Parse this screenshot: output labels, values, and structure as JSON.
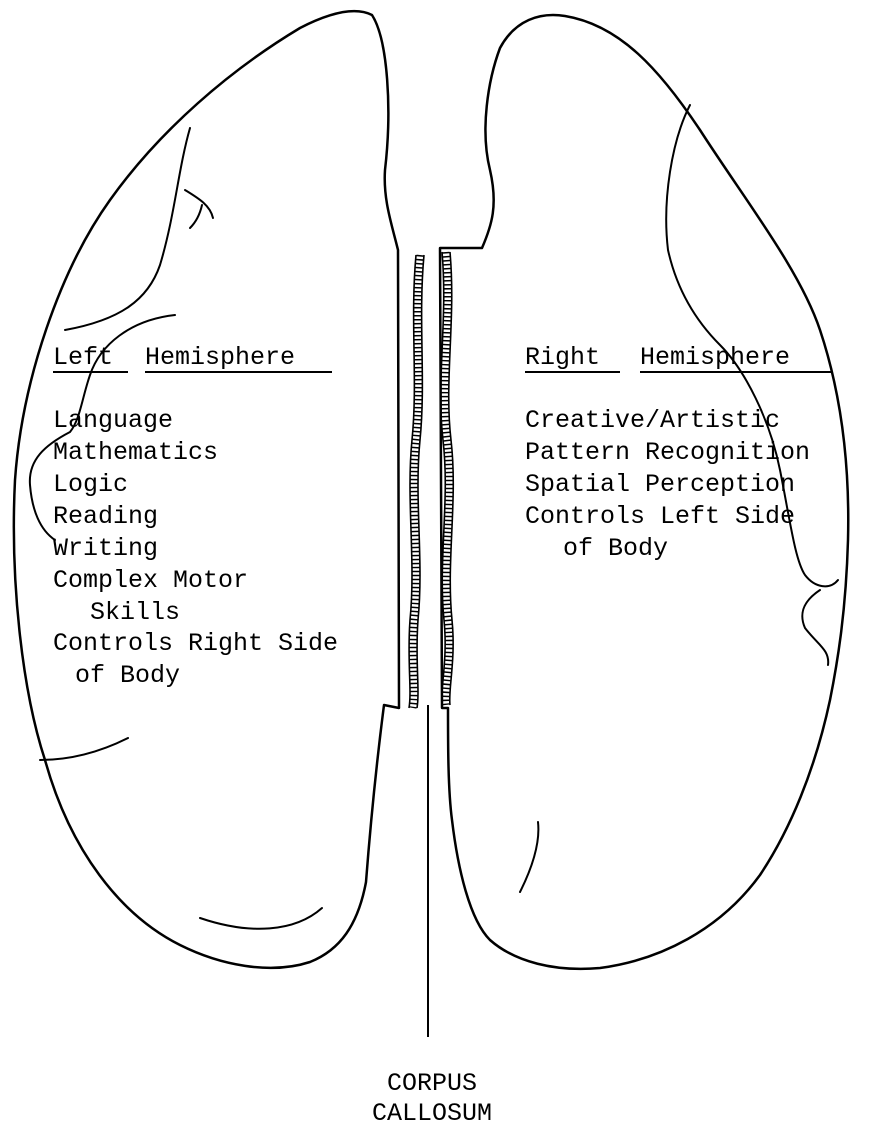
{
  "left_hemisphere": {
    "heading_words": [
      "Left",
      "Hemisphere"
    ],
    "functions": [
      "Language",
      "Mathematics",
      "Logic",
      "Reading",
      "Writing",
      "Complex Motor",
      "Skills",
      "Controls Right Side",
      "of Body"
    ]
  },
  "right_hemisphere": {
    "heading_words": [
      "Right",
      "Hemisphere"
    ],
    "functions": [
      "Creative/Artistic",
      "Pattern Recognition",
      "Spatial Perception",
      "Controls Left Side",
      "of Body"
    ]
  },
  "corpus_callosum": {
    "label_lines": [
      "CORPUS",
      "CALLOSUM"
    ]
  },
  "colors": {
    "line": "#000000",
    "background": "#ffffff"
  }
}
